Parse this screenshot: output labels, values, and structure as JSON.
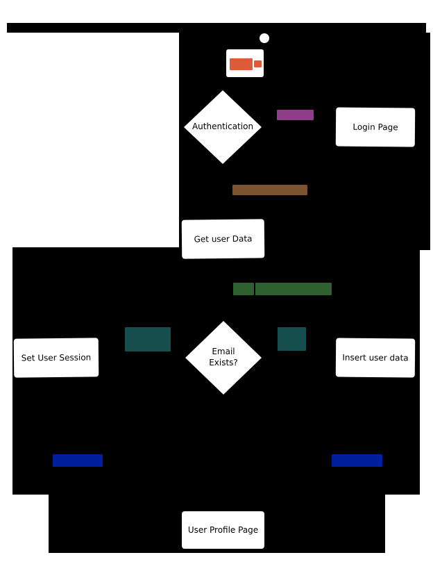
{
  "diagram": {
    "nodes": {
      "authentication": {
        "label": "Authentication"
      },
      "login_page": {
        "label": "Login Page"
      },
      "get_user_data": {
        "label": "Get user Data"
      },
      "email_exists": {
        "line1": "Email",
        "line2": "Exists?"
      },
      "set_user_session": {
        "label": "Set User Session"
      },
      "insert_user_data": {
        "label": "Insert user data"
      },
      "user_profile_page": {
        "label": "User Profile Page"
      }
    },
    "colors": {
      "canvas_black": "#000000",
      "node_fill": "#ffffff",
      "orange_marker": "#dd5a3a",
      "purple_marker": "#8e3d88",
      "brown_marker": "#7b5330",
      "green_marker": "#2e6030",
      "teal_marker": "#174f4f",
      "navy_marker": "#001f9e"
    }
  }
}
